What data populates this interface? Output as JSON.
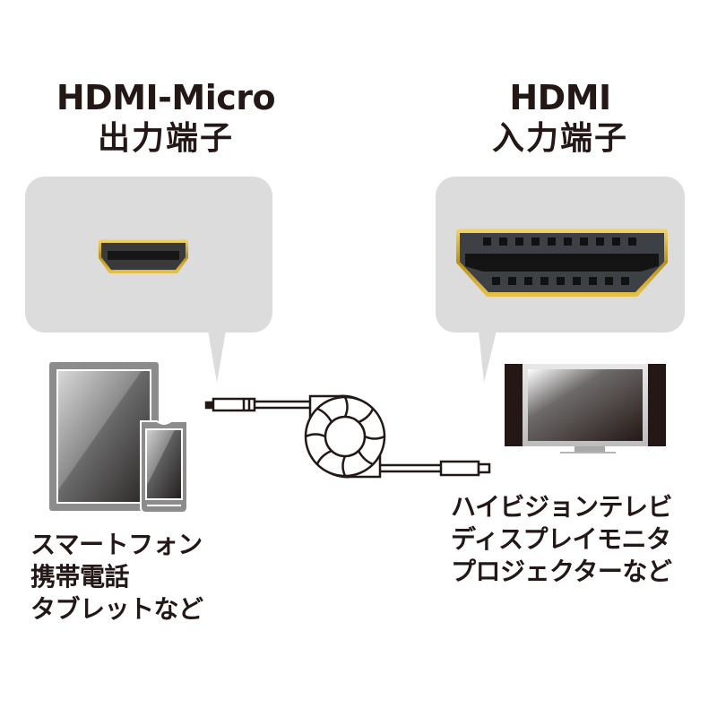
{
  "left": {
    "title_line1": "HDMI-Micro",
    "title_line2": "出力端子",
    "connector": "hdmi-micro-port-icon",
    "devices": [
      "tablet-icon",
      "smartphone-icon"
    ],
    "caption_lines": [
      "スマートフォン",
      "携帯電話",
      "タブレットなど"
    ]
  },
  "right": {
    "title_line1": "HDMI",
    "title_line2": "入力端子",
    "connector": "hdmi-port-icon",
    "devices": [
      "tv-icon"
    ],
    "caption_lines": [
      "ハイビジョンテレビ",
      "ディスプレイモニタ",
      "プロジェクターなど"
    ]
  },
  "center": {
    "cable": "retractable-cable-reel-icon"
  },
  "colors": {
    "bubble": "#dcdcdc",
    "text": "#231815",
    "gold": "#c9a227",
    "port": "#3c3c3c"
  }
}
